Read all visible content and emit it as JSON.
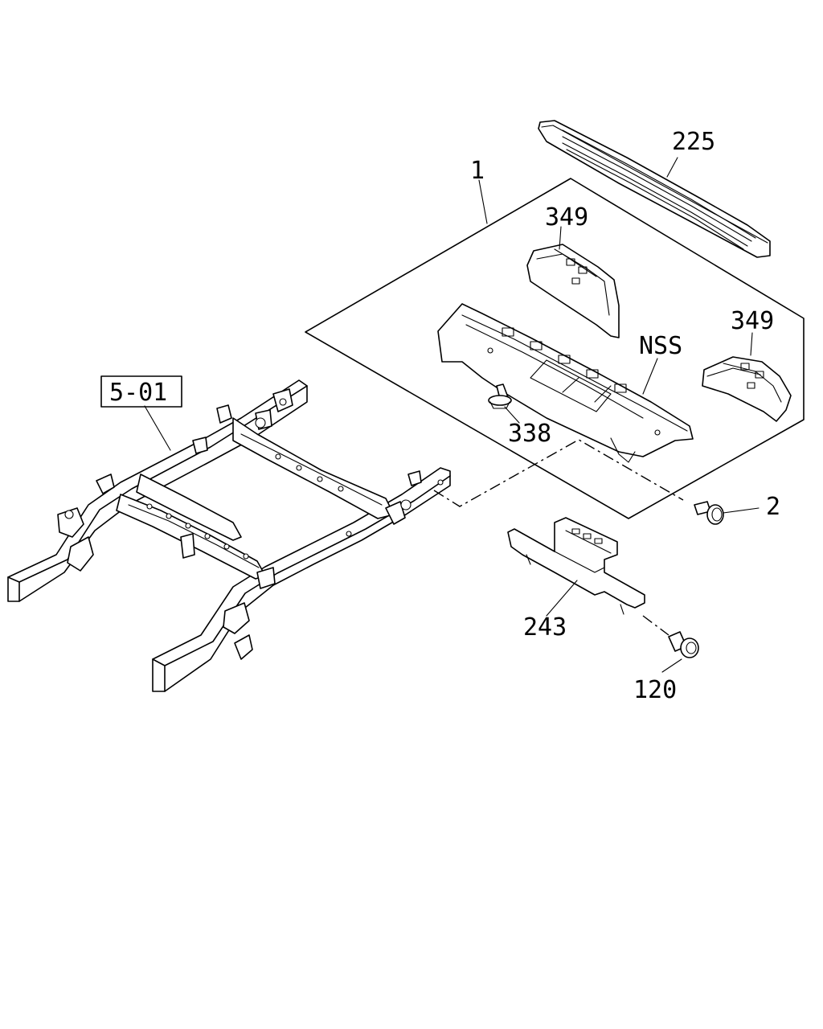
{
  "diagram": {
    "labels": {
      "grille": "225",
      "assembly": "1",
      "bracket_left": "349",
      "bracket_right": "349",
      "crossmember": "NSS",
      "clip": "338",
      "bolt_small": "2",
      "plate": "243",
      "bolt_large": "120",
      "frame_ref": "5-01"
    }
  }
}
